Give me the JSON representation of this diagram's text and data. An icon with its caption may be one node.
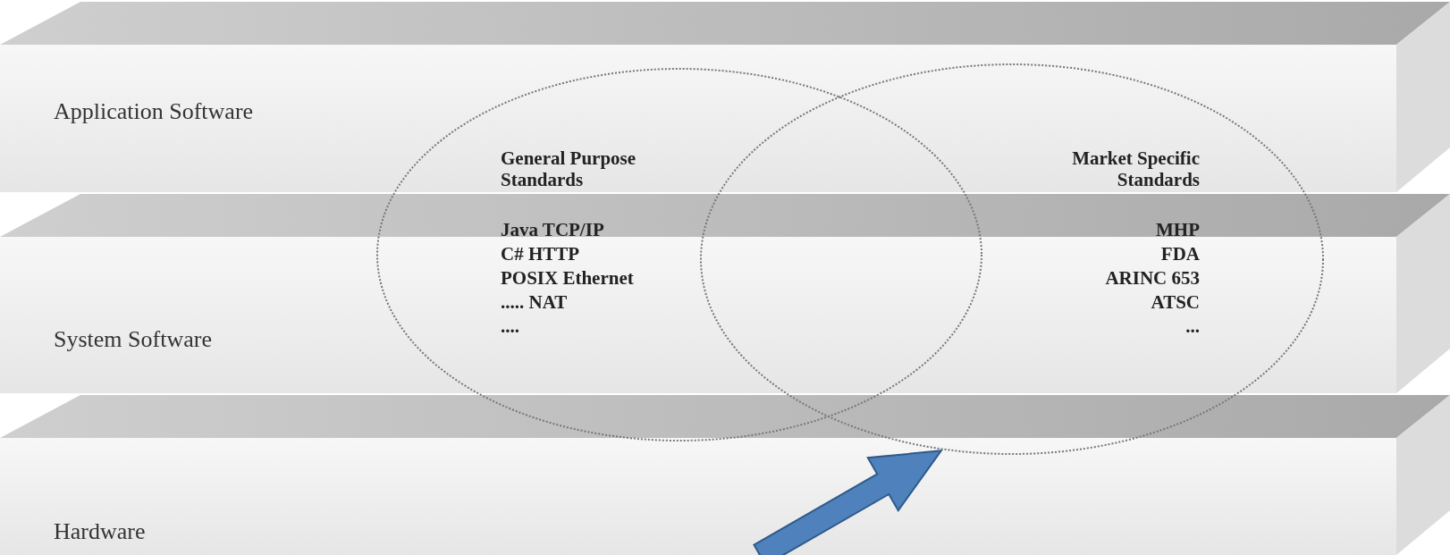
{
  "diagram": {
    "nodes": [
      {
        "text": [
          "Application Software"
        ]
      },
      {
        "text": [
          "System Software"
        ]
      },
      {
        "text": [
          "Hardware"
        ]
      },
      {
        "text": [
          "General Purpose Standards",
          "Java TCP/IP",
          "C# HTTP",
          "POSIX Ethernet",
          "..... NAT",
          "...."
        ]
      },
      {
        "text": [
          "Market Specific Standards",
          "MHP",
          "FDA",
          "ARINC 653",
          "ATSC",
          "..."
        ]
      }
    ],
    "edges": [
      {
        "from": null,
        "to": 4,
        "arrow": "to",
        "style": "thick",
        "color": "#4f81bd"
      }
    ]
  }
}
